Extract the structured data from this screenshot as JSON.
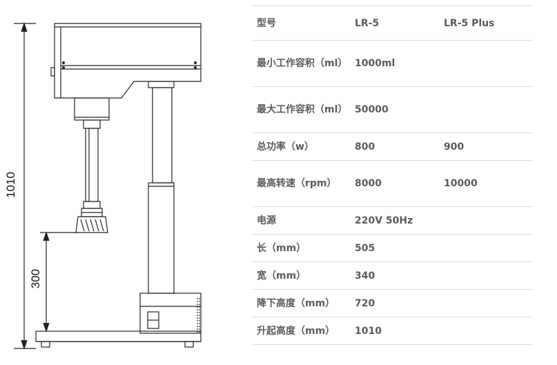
{
  "dimensions": {
    "total_height": "1010",
    "lower_height": "300"
  },
  "spec_table": {
    "rows": [
      {
        "label": "型号",
        "v1": "LR-5",
        "v2": "LR-5 Plus"
      },
      {
        "label": "最小工作容积（ml）",
        "v1": "1000ml",
        "v2": ""
      },
      {
        "label": "最大工作容积（ml）",
        "v1": "50000",
        "v2": ""
      },
      {
        "label": "总功率（w）",
        "v1": "800",
        "v2": "900"
      },
      {
        "label": "最高转速（rpm）",
        "v1": "8000",
        "v2": "10000"
      },
      {
        "label": "电源",
        "v1": "220V 50Hz",
        "v2": ""
      },
      {
        "label": "长（mm）",
        "v1": "505",
        "v2": ""
      },
      {
        "label": "宽（mm）",
        "v1": "340",
        "v2": ""
      },
      {
        "label": "降下高度（mm）",
        "v1": "720",
        "v2": ""
      },
      {
        "label": "升起高度（mm）",
        "v1": "1010",
        "v2": ""
      }
    ]
  }
}
